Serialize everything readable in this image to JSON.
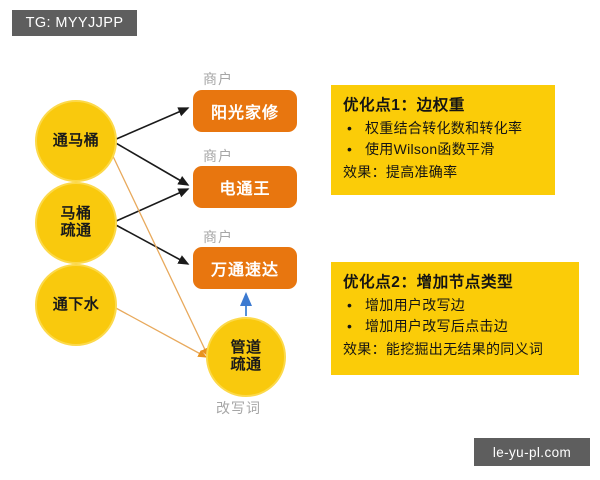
{
  "watermarks": {
    "top_badge": "TG: MYYJJPP",
    "bottom_badge": "le-yu-pl.com"
  },
  "diagram": {
    "query_nodes": [
      {
        "id": "tongmatong",
        "label": "通马桶"
      },
      {
        "id": "matongshutong",
        "label": "马桶\n疏通"
      },
      {
        "id": "tongxiashui",
        "label": "通下水"
      }
    ],
    "rewrite_node": {
      "id": "guandaoshutong",
      "label": "管道\n疏通",
      "caption": "改写词"
    },
    "merchant_nodes": [
      {
        "id": "yangguang",
        "caption": "商户",
        "label": "阳光家修"
      },
      {
        "id": "diantong",
        "caption": "商户",
        "label": "电通王"
      },
      {
        "id": "wantong",
        "caption": "商户",
        "label": "万通速达"
      }
    ],
    "edge_colors": {
      "click_edge": "#1a1a1a",
      "rewrite_edge": "#e8a95c",
      "rewrite_click_edge": "#3b7ad1"
    }
  },
  "panels": [
    {
      "title": "优化点1：边权重",
      "bullets": [
        "权重结合转化数和转化率",
        "使用Wilson函数平滑"
      ],
      "effect": "效果：提高准确率"
    },
    {
      "title": "优化点2：增加节点类型",
      "bullets": [
        "增加用户改写边",
        "增加用户改写后点击边"
      ],
      "effect": "效果：能挖掘出无结果的同义词"
    }
  ],
  "bullet_glyph": "•"
}
